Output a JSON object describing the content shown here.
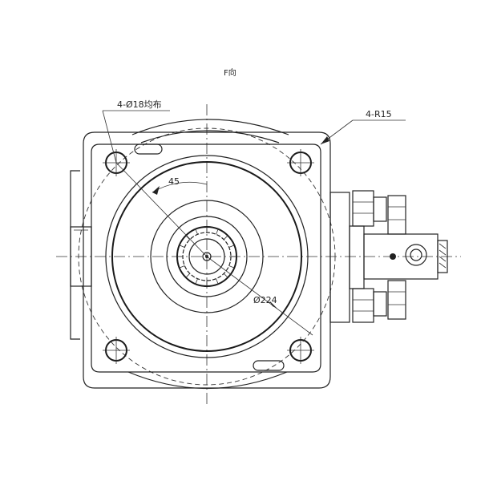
{
  "view_label": "F向",
  "annotations": {
    "holes": "4-Ø18均布",
    "corner_radius": "4-R15",
    "angle": "45",
    "pilot_diameter": "Ø224"
  },
  "colors": {
    "line": "#222222",
    "background": "#ffffff"
  }
}
